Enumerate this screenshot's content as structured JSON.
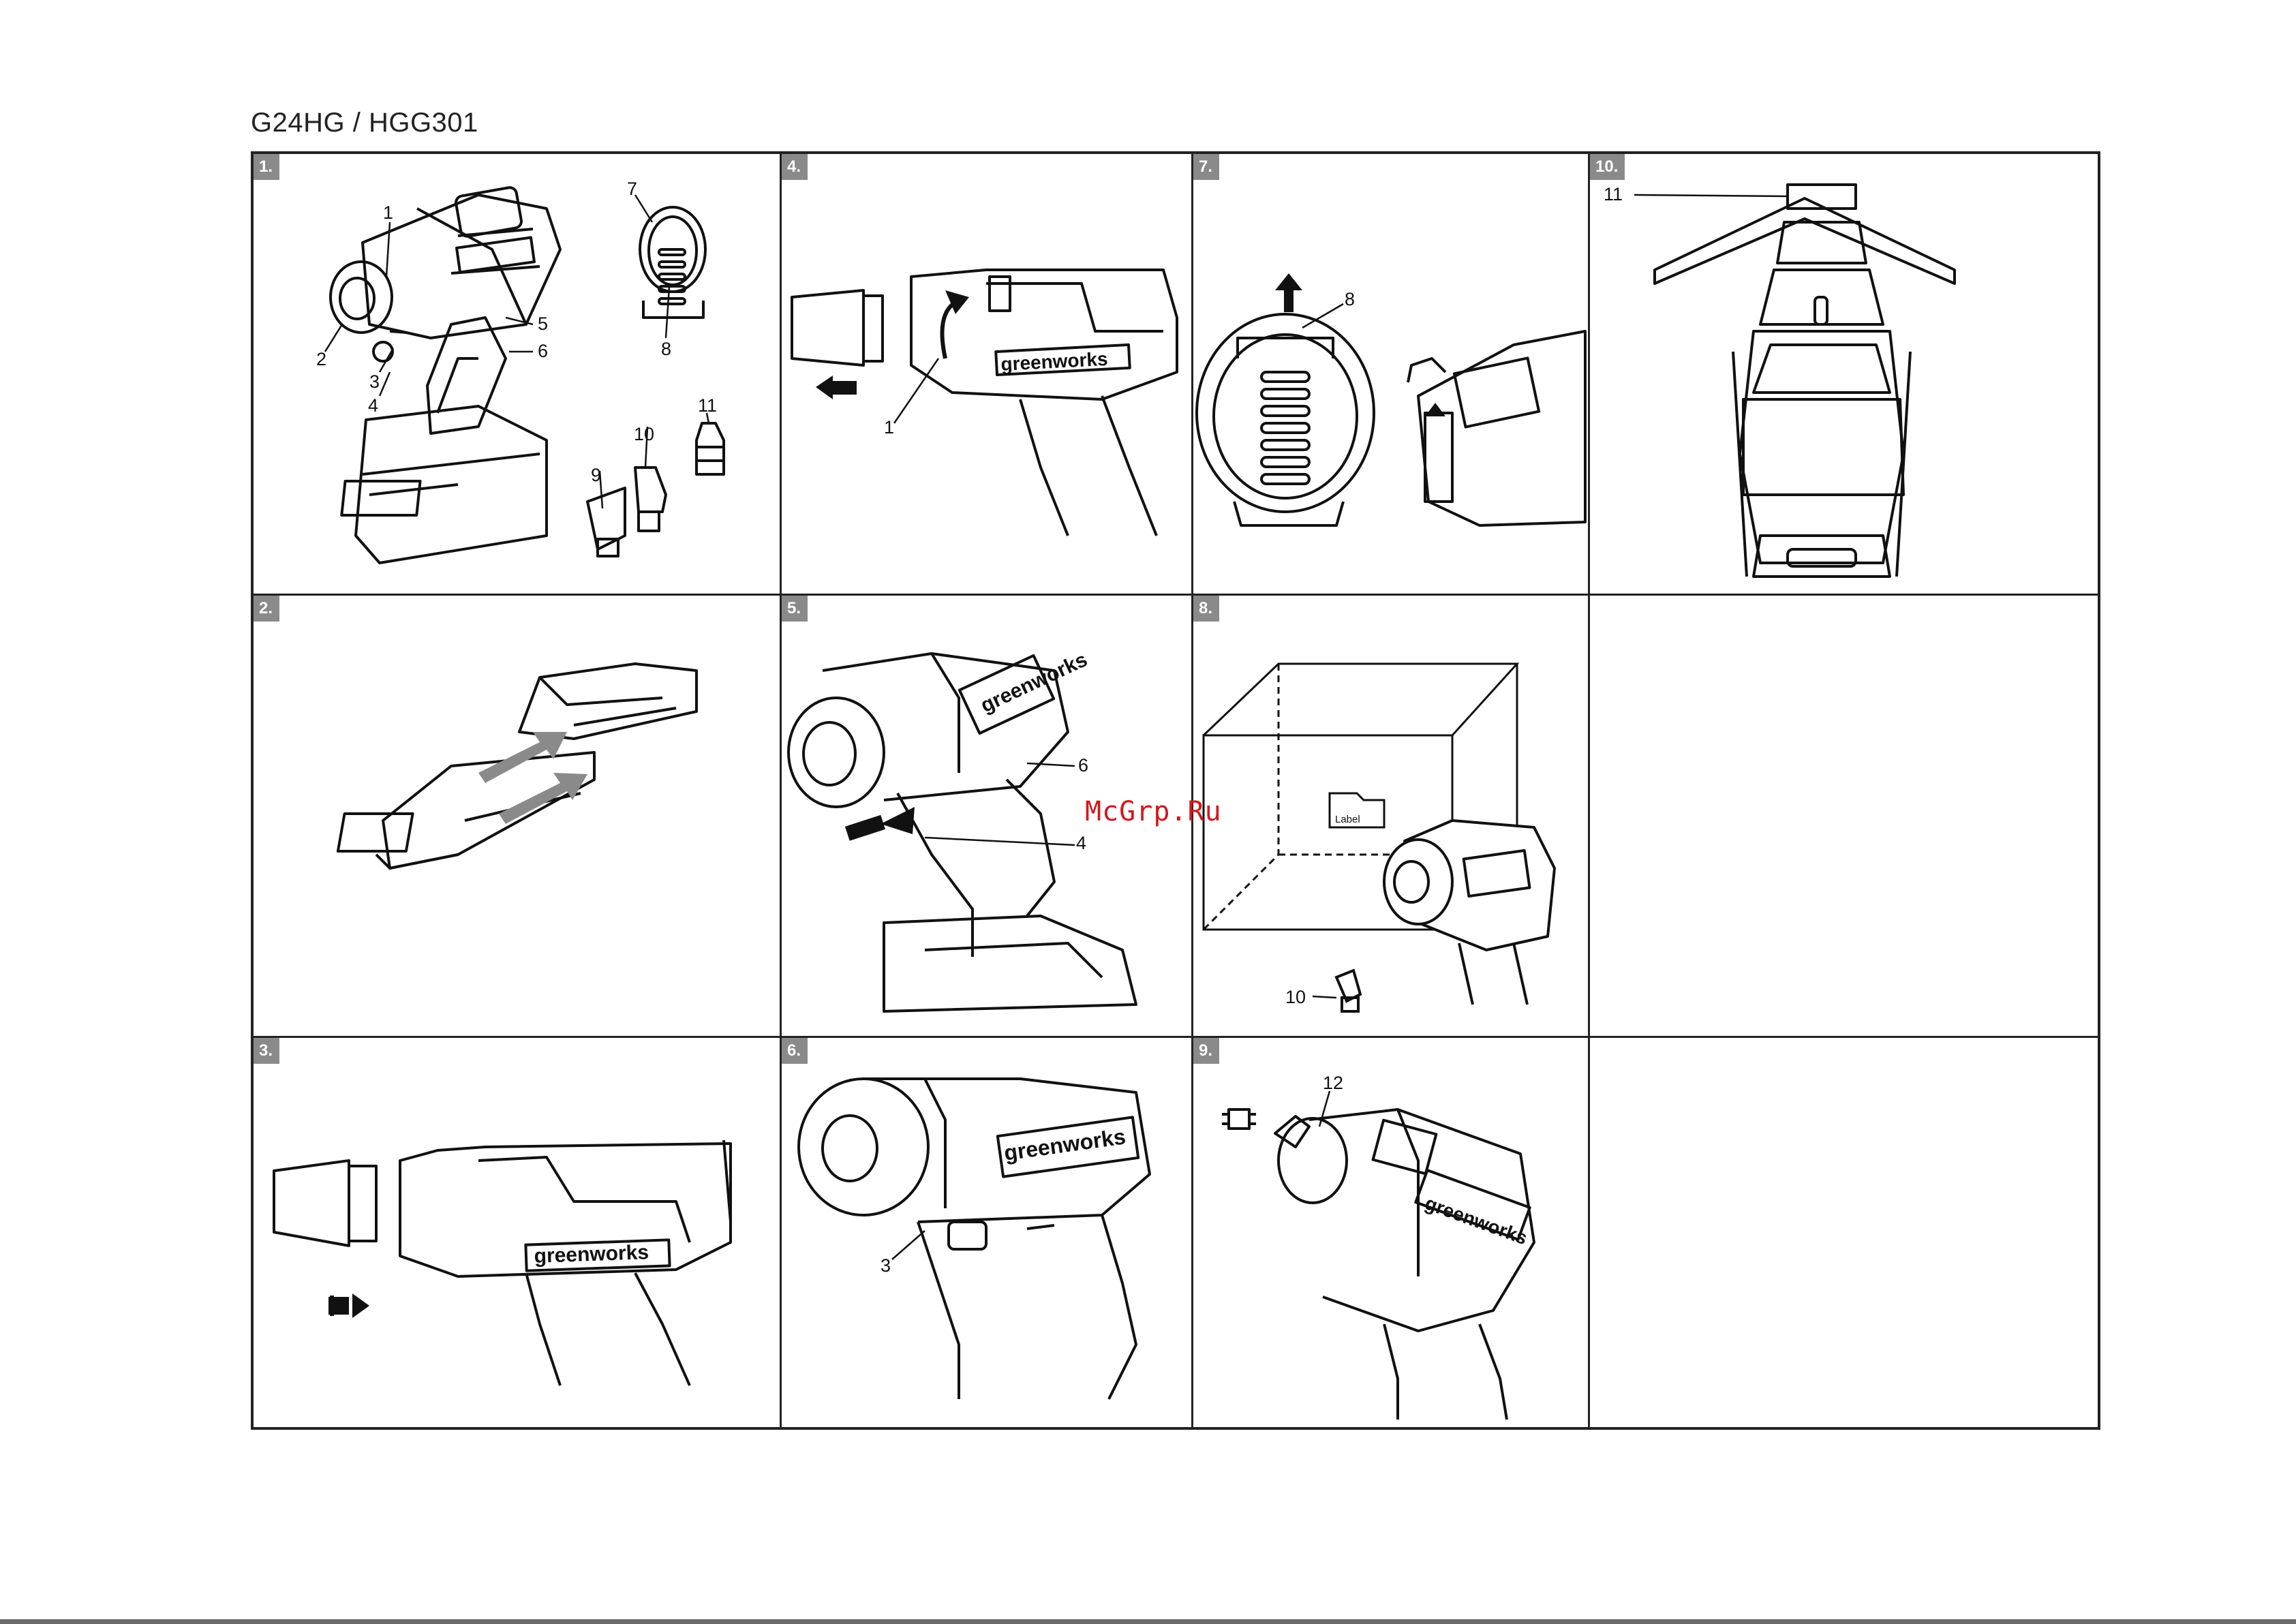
{
  "header": {
    "model": "G24HG / HGG301"
  },
  "watermark": "McGrp.Ru",
  "brand": "greenworks",
  "panels": [
    {
      "number": "1.",
      "callouts": [
        "1",
        "2",
        "3",
        "4",
        "5",
        "6",
        "7",
        "8",
        "9",
        "10",
        "11"
      ]
    },
    {
      "number": "2."
    },
    {
      "number": "3."
    },
    {
      "number": "4.",
      "callouts": [
        "1"
      ]
    },
    {
      "number": "5.",
      "callouts": [
        "6",
        "4"
      ]
    },
    {
      "number": "6.",
      "callouts": [
        "3"
      ]
    },
    {
      "number": "7.",
      "callouts": [
        "8"
      ]
    },
    {
      "number": "8.",
      "callouts": [
        "10"
      ],
      "label_text": "Label"
    },
    {
      "number": "9.",
      "callouts": [
        "12"
      ]
    },
    {
      "number": "10.",
      "callouts": [
        "11"
      ]
    }
  ]
}
